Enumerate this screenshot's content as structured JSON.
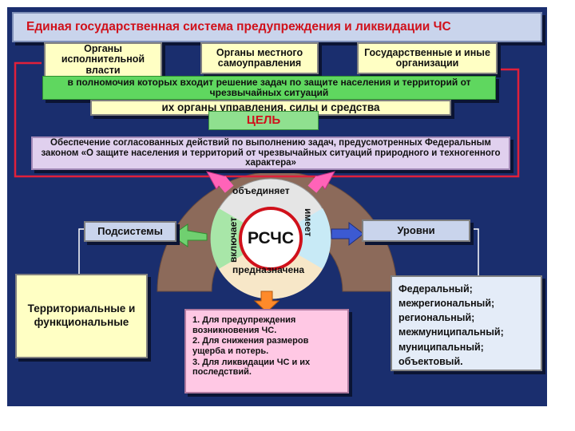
{
  "title": "Единая государственная система предупреждения и ликвидации ЧС",
  "orgs": [
    "Органы исполнительной власти",
    "Органы местного самоуправления",
    "Государственные и иные организации"
  ],
  "mandate": "в полномочия которых входит решение задач по защите населения и территорий от чрезвычайных ситуаций",
  "forces": "их органы управления, силы и средства",
  "goal_label": "ЦЕЛЬ",
  "goal_text": "Обеспечение согласованных действий по выполнению задач, предусмотренных Федеральным законом «О защите населения и территорий от чрезвычайных ситуаций природного и техногенного характера»",
  "center": "РСЧС",
  "ring": {
    "top": "объединяет",
    "left": "включает",
    "right": "имеет",
    "bottom": "предназначена"
  },
  "subsystems": {
    "label": "Подсистемы",
    "types": "Территориальные и функциональные"
  },
  "purpose": [
    "1. Для предупреждения возникновения ЧС.",
    "2. Для снижения размеров ущерба и потерь.",
    "3. Для ликвидации ЧС и их последствий."
  ],
  "levels": {
    "label": "Уровни",
    "items": [
      "Федеральный;",
      "межрегиональный;",
      "региональный;",
      "межмуниципальный;",
      "муниципальный;",
      "объектовый."
    ]
  },
  "colors": {
    "background": "#1a2e6e",
    "accent_red": "#d0111b",
    "green": "#5fd75f",
    "pink": "#ffc8e4",
    "yellow": "#ffffc4"
  }
}
